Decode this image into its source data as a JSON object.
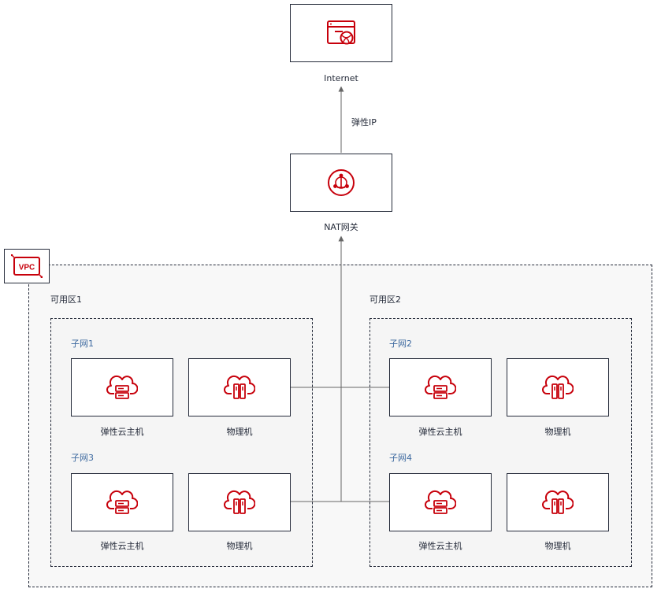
{
  "colors": {
    "accent": "#c7000b",
    "line": "#666666",
    "subnet_text": "#3e6aa0"
  },
  "internet": {
    "label": "Internet",
    "icon": "browser-globe-icon"
  },
  "link_label": "弹性IP",
  "nat": {
    "label": "NAT网关",
    "icon": "nat-gateway-icon"
  },
  "vpc": {
    "badge": "VPC"
  },
  "zones": [
    {
      "label": "可用区1"
    },
    {
      "label": "可用区2"
    }
  ],
  "subnets": [
    {
      "label": "子网1",
      "nodes": [
        "弹性云主机",
        "物理机"
      ]
    },
    {
      "label": "子网3",
      "nodes": [
        "弹性云主机",
        "物理机"
      ]
    },
    {
      "label": "子网2",
      "nodes": [
        "弹性云主机",
        "物理机"
      ]
    },
    {
      "label": "子网4",
      "nodes": [
        "弹性云主机",
        "物理机"
      ]
    }
  ]
}
